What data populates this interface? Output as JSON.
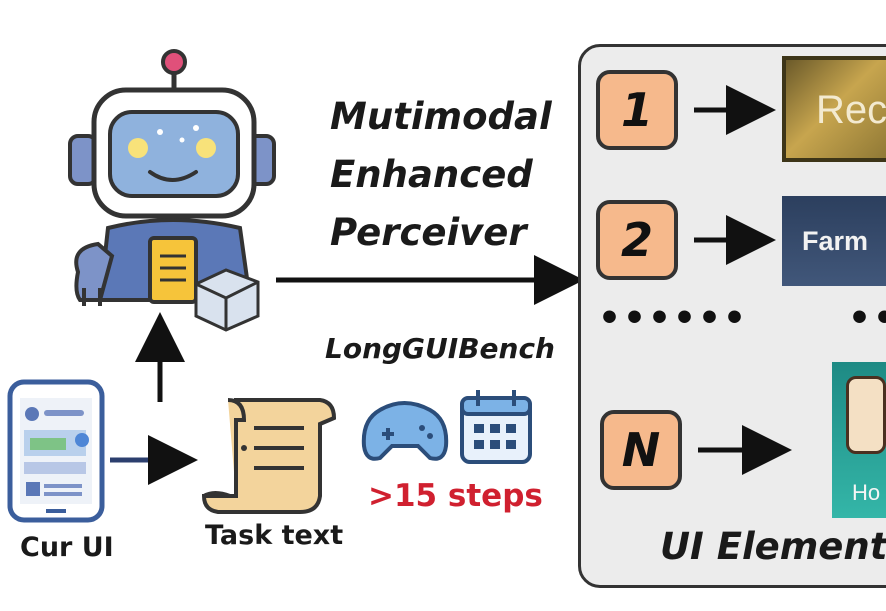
{
  "title_lines": [
    "Mutimodal",
    "Enhanced",
    "Perceiver"
  ],
  "benchmark": "LongGUIBench",
  "steps_text": ">15 steps",
  "cur_ui_label": "Cur UI",
  "task_text_label": "Task text",
  "panel": {
    "badges": [
      "1",
      "2",
      "N"
    ],
    "ellipsis_left": "••••••",
    "ellipsis_right": "••",
    "thumbnails": [
      "Reco",
      "Farm",
      "Ho"
    ],
    "label": "UI Element"
  },
  "colors": {
    "badge_fill": "#f6b98c",
    "steps_red": "#d0202f",
    "robot_blue": "#5b78b7",
    "robot_screen": "#8fb2dd"
  },
  "icons": [
    "robot-icon",
    "phone-icon",
    "scroll-icon",
    "gamepad-icon",
    "calendar-icon"
  ]
}
